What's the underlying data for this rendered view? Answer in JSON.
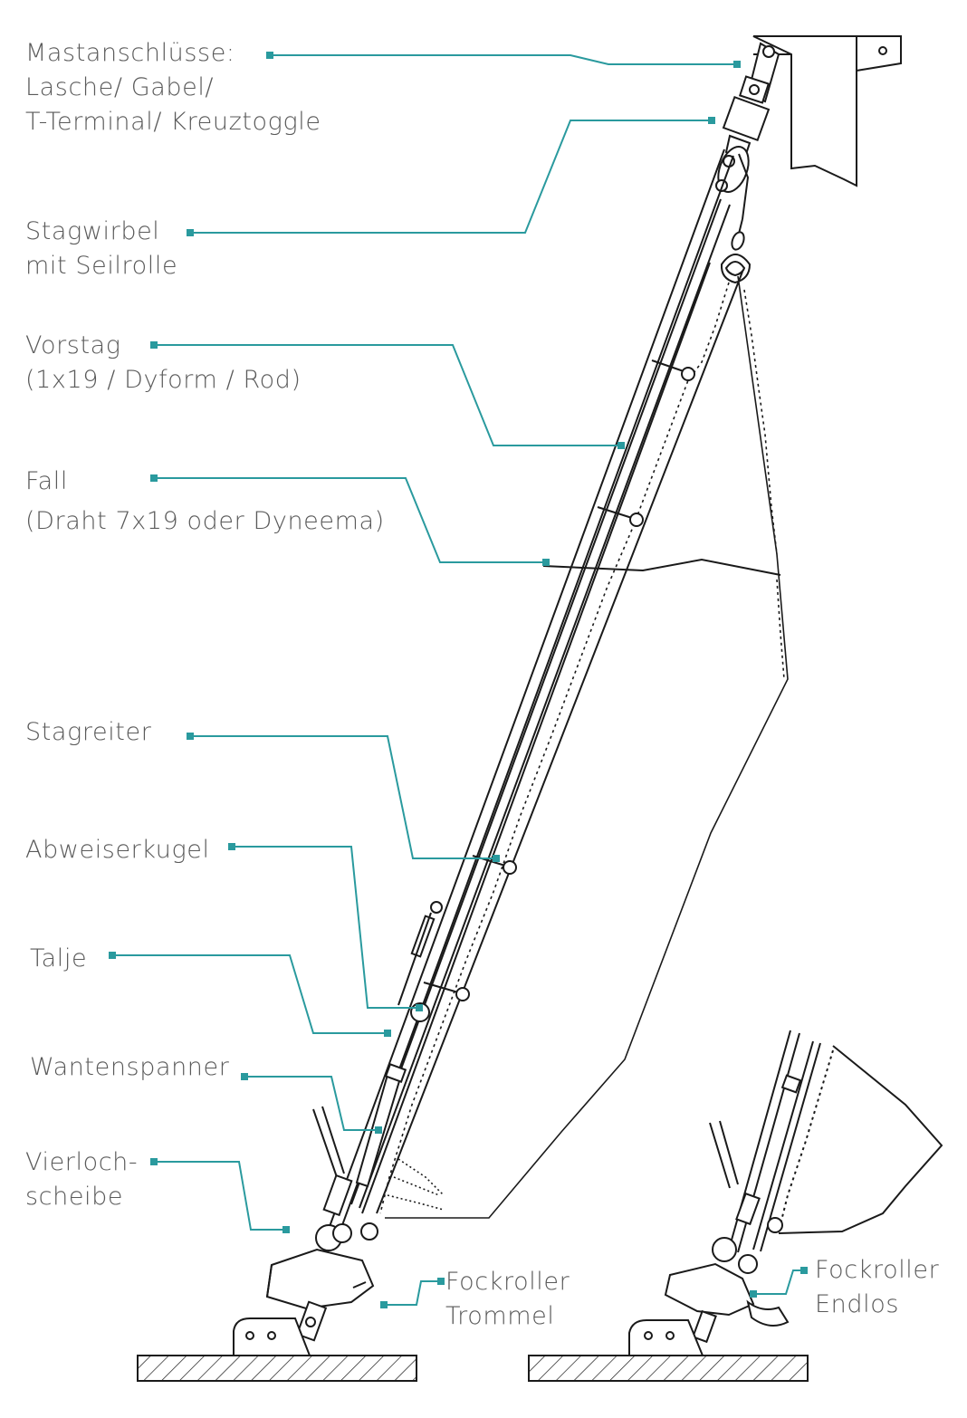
{
  "colors": {
    "leader": "#2a9a9e",
    "stroke": "#1a1a1a",
    "text": "#5a5a5a",
    "background": "#ffffff"
  },
  "labels": {
    "mast": {
      "lines": [
        "Mastanschlüsse:",
        "Lasche/ Gabel/",
        "T-Terminal/ Kreuztoggle"
      ]
    },
    "swivel": {
      "lines": [
        "Stagwirbel",
        "mit Seilrolle"
      ]
    },
    "forestay": {
      "lines": [
        "Vorstag",
        "(1x19 / Dyform / Rod)"
      ]
    },
    "halyard": {
      "lines": [
        "Fall",
        "(Draht 7x19 oder Dyneema)"
      ]
    },
    "hank": {
      "lines": [
        "Stagreiter"
      ]
    },
    "ball": {
      "lines": [
        "Abweiserkugel"
      ]
    },
    "tackle": {
      "lines": [
        "Talje"
      ]
    },
    "turnbuckle": {
      "lines": [
        "Wantenspanner"
      ]
    },
    "toggle": {
      "lines": [
        "Vierloch-",
        "scheibe"
      ]
    },
    "drum": {
      "lines": [
        "Fockroller",
        "Trommel"
      ]
    },
    "endless": {
      "lines": [
        "Fockroller",
        "Endlos"
      ]
    }
  }
}
